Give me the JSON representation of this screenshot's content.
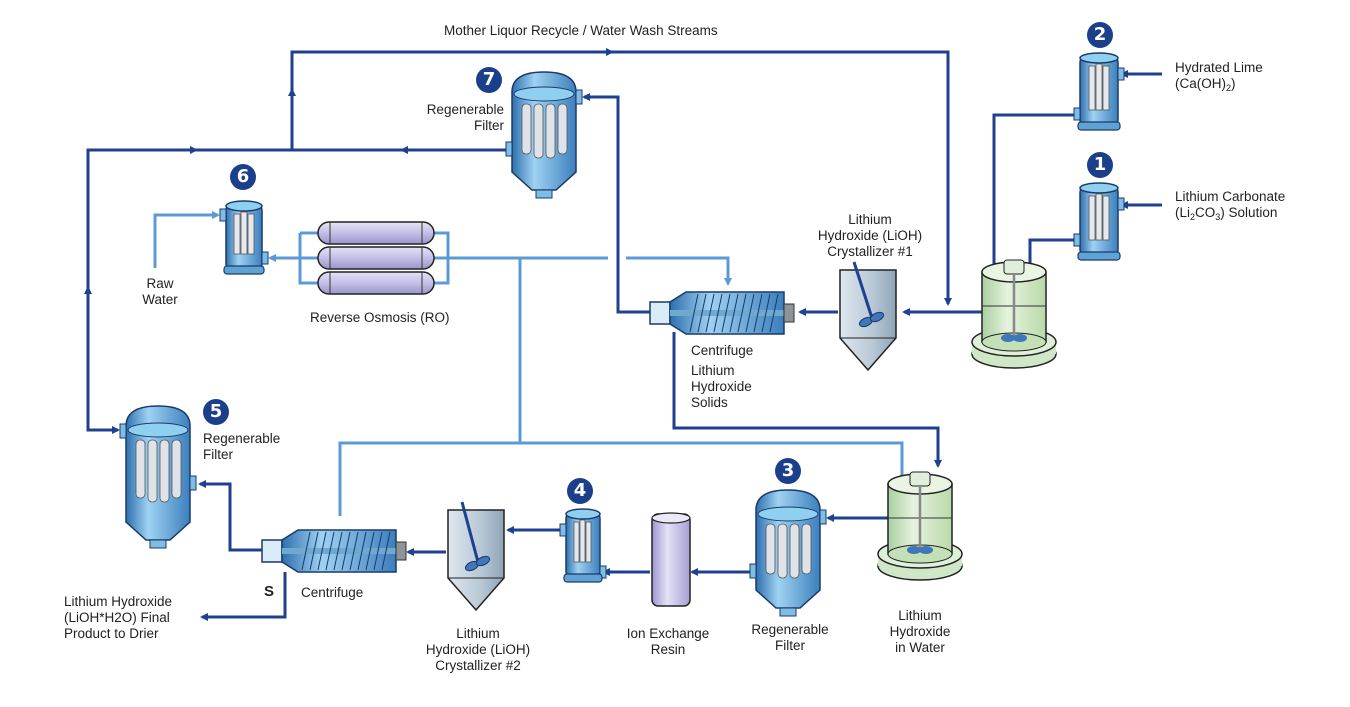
{
  "diagram": {
    "title": "Lithium Hydroxide Production Process Flow",
    "colors": {
      "main_stream": "#1f3f8f",
      "water_stream": "#5b9bd5",
      "badge": "#1b3f8b",
      "vessel_blue": "#6fb2e2",
      "reactor_green": "#cfe6c7",
      "ro_purple": "#c7c3e6",
      "crystallizer_gray": "#a9bccb"
    },
    "streams": {
      "recycle_label": "Mother Liquor Recycle / Water Wash Streams"
    },
    "inputs": {
      "lime": {
        "line1": "Hydrated Lime",
        "line2_prefix": "(Ca(OH)",
        "line2_sub": "2",
        "line2_suffix": ")"
      },
      "carbonate": {
        "line1": "Lithium Carbonate",
        "line2_a": "(Li",
        "line2_sub1": "2",
        "line2_b": "CO",
        "line2_sub2": "3",
        "line2_c": ") Solution"
      },
      "raw_water": {
        "line1": "Raw",
        "line2": "Water"
      }
    },
    "badges": [
      "1",
      "2",
      "3",
      "4",
      "5",
      "6",
      "7"
    ],
    "equipment": {
      "filter7": {
        "line1": "Regenerable",
        "line2": "Filter"
      },
      "filter5": {
        "line1": "Regenerable",
        "line2": "Filter"
      },
      "filter3": {
        "line1": "Regenerable",
        "line2": "Filter"
      },
      "ro": {
        "label": "Reverse Osmosis (RO)"
      },
      "crystallizer1": {
        "line1": "Lithium",
        "line2": "Hydroxide (LiOH)",
        "line3": "Crystallizer #1"
      },
      "crystallizer2": {
        "line1": "Lithium",
        "line2": "Hydroxide (LiOH)",
        "line3": "Crystallizer #2"
      },
      "centrifuge1": {
        "label": "Centrifuge",
        "solids_line1": "Lithium",
        "solids_line2": "Hydroxide",
        "solids_line3": "Solids"
      },
      "centrifuge2": {
        "label": "Centrifuge",
        "s_label": "S"
      },
      "ion_exchange": {
        "line1": "Ion Exchange",
        "line2": "Resin"
      },
      "dissolver": {
        "line1": "Lithium",
        "line2": "Hydroxide",
        "line3": "in Water"
      }
    },
    "outputs": {
      "final_product": {
        "line1": "Lithium Hydroxide",
        "line2": "(LiOH*H2O) Final",
        "line3": "Product to Drier"
      }
    }
  }
}
